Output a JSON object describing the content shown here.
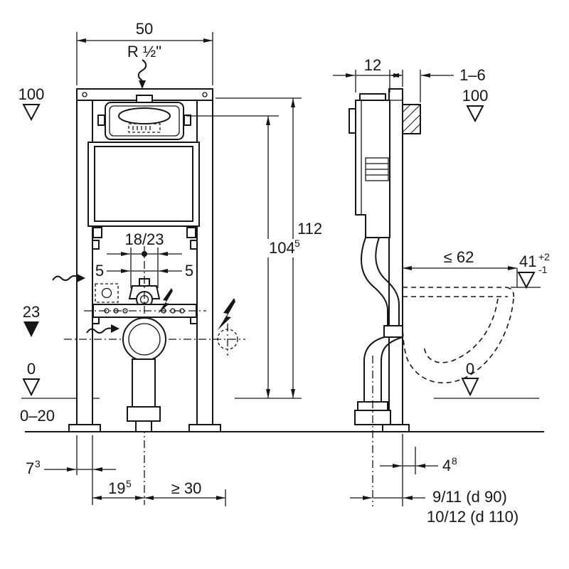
{
  "title": "wall-hung-wc-frame-dimension-drawing",
  "colors": {
    "line": "#151515",
    "background": "#ffffff"
  },
  "labels": {
    "top_width": "50",
    "thread": "R ½\"",
    "meter_left": "100",
    "h112": "112",
    "h104_main": "104",
    "h104_sup": "5",
    "supply_heights": "18/23",
    "five_left": "5",
    "five_right": "5",
    "outlet_height": "23",
    "zero_left": "0",
    "foot_adjust": "0–20",
    "d7_main": "7",
    "d7_sup": "3",
    "d19_main": "19",
    "d19_sup": "5",
    "min_clearance": "≥ 30",
    "depth": "12",
    "finish": "1–6",
    "meter_right": "100",
    "bowl_depth": "≤ 62",
    "h41_main": "41",
    "h41_plus": "+2",
    "h41_minus": "-1",
    "zero_right": "0",
    "d4_main": "4",
    "d4_sup": "8",
    "outlet_d90": "9/11  (d 90)",
    "outlet_d110": "10/12 (d 110)"
  }
}
